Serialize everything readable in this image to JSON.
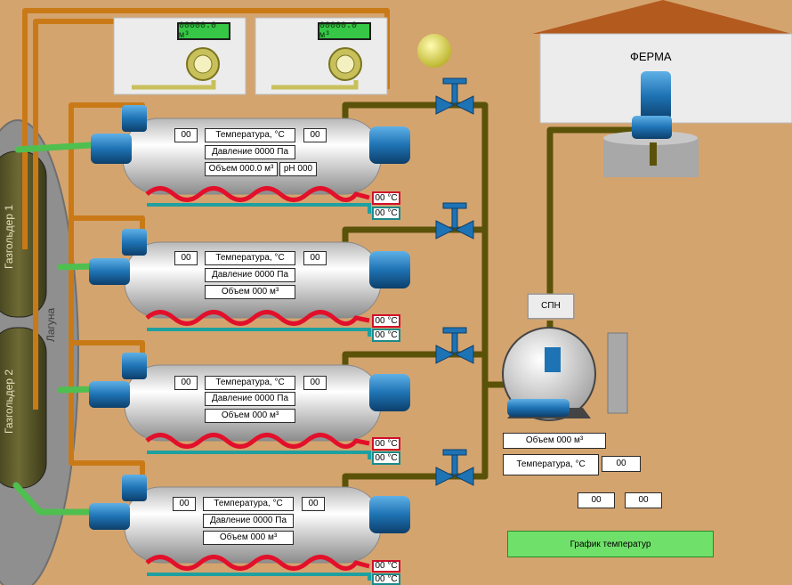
{
  "farm": {
    "title": "ФЕРМА"
  },
  "snp": {
    "label": "СПН"
  },
  "gasholders": [
    {
      "label": "Газгольдер 1"
    },
    {
      "label": "Газгольдер 2"
    }
  ],
  "lagoon": {
    "label": "Лагуна"
  },
  "pumps": [
    {
      "display": "00000.0 м³"
    },
    {
      "display": "00000.0 м³"
    }
  ],
  "reactors": [
    {
      "temp_value": "00",
      "temp_label": "Температура, °С",
      "temp_value2": "00",
      "pressure": "Давление 0000 Па",
      "volume": "Объем 000.0 м³",
      "ph": "pH 000",
      "hot_temp": "00 °С",
      "cold_temp": "00 °С"
    },
    {
      "temp_value": "00",
      "temp_label": "Температура, °С",
      "temp_value2": "00",
      "pressure": "Давление 0000 Па",
      "volume": "Объем 000 м³",
      "hot_temp": "00 °С",
      "cold_temp": "00 °С"
    },
    {
      "temp_value": "00",
      "temp_label": "Температура, °С",
      "temp_value2": "00",
      "pressure": "Давление 0000 Па",
      "volume": "Объем 000 м³",
      "hot_temp": "00 °С",
      "cold_temp": "00 °С"
    },
    {
      "temp_value": "00",
      "temp_label": "Температура, °С",
      "temp_value2": "00",
      "pressure": "Давление 0000 Па",
      "volume": "Объем 000 м³",
      "hot_temp": "00 °С",
      "cold_temp": "00 °С"
    }
  ],
  "tank": {
    "volume": "Объем 000 м³",
    "temp_label": "Температура, °С",
    "temp_value": "00",
    "readout_left": "00",
    "readout_right": "00"
  },
  "chart_button": {
    "label": "График температур"
  },
  "colors": {
    "background": "#d4a46f",
    "gas_pipe": "#c97a17",
    "digestate_pipe": "#5a5208",
    "green_pipe": "#4fbf4f",
    "hot_loop": "#e2102a",
    "cold_loop": "#1fa0a0",
    "valve": "#1e73b4",
    "indicator_ball": "#e6e05a"
  }
}
